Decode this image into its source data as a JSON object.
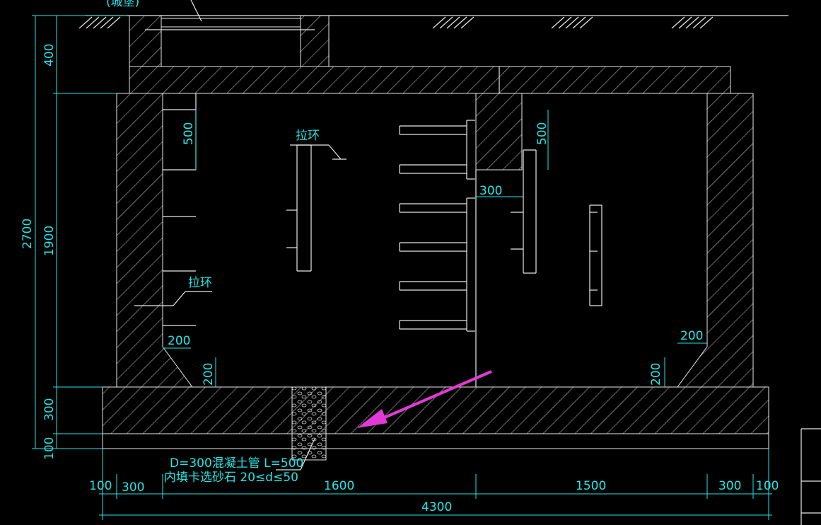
{
  "drawing": {
    "top_label": "(城堡)",
    "labels": {
      "pull_ring_left": "拉环",
      "pull_ring_center": "拉环"
    },
    "dimensions": {
      "overall_height": "2700",
      "h_400": "400",
      "h_1900": "1900",
      "h_300": "300",
      "h_100": "100",
      "pit_500_left": "500",
      "pit_500_right": "500",
      "offset_300": "300",
      "haunch_200_left_h": "200",
      "haunch_200_left_v": "200",
      "haunch_200_right_h": "200",
      "haunch_200_right_v": "200",
      "b_100_left": "100",
      "b_300_left": "300",
      "b_1600": "1600",
      "b_1500": "1500",
      "b_300_right": "300",
      "b_100_right": "100",
      "b_total": "4300"
    },
    "note_line1": "D=300混凝土管 L=500",
    "note_line2": "内填卡选砂石 20≤d≤50"
  },
  "colors": {
    "background": "#000000",
    "lines": "#e8e8e8",
    "dimensions": "#22e6e6",
    "arrow": "#e23ad6"
  }
}
